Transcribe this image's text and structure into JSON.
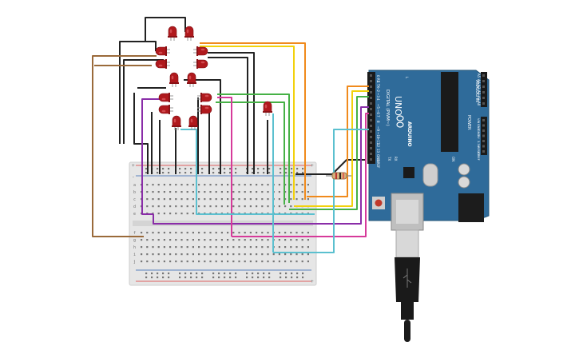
{
  "arduino": {
    "model": "UNO",
    "brand": "ARDUINO",
    "digital_header": "DIGITAL (PWM~)",
    "analog_header": "ANALOG IN",
    "power_header": "POWER",
    "tx_label": "TX",
    "rx_label": "RX",
    "l_label": "L",
    "on_label": "ON",
    "digital_pins": [
      "0 RX",
      "1 TX",
      "~2",
      "~3",
      "4",
      "~5",
      "~6",
      "7",
      "8",
      "~9",
      "~10",
      "~11",
      "12",
      "13",
      "GND",
      "AREF"
    ],
    "analog_pins": [
      "A5",
      "A4",
      "A3",
      "A2",
      "A1",
      "A0"
    ],
    "power_pins": [
      "VIN",
      "GND",
      "GND",
      "5V",
      "3.3V",
      "RESET",
      "IOREF"
    ]
  },
  "breadboard": {
    "row_letters_top": [
      "a",
      "b",
      "c",
      "d",
      "e"
    ],
    "row_letters_bottom": [
      "f",
      "g",
      "h",
      "i",
      "j"
    ],
    "plus_label": "+",
    "minus_label": "-"
  },
  "colors": {
    "board": "#2f6b9a",
    "breadboard": "#e6e6e6",
    "led": "#b0191d",
    "wire_black": "#222222",
    "wire_orange": "#f08a1c",
    "wire_yellow": "#f2d10c",
    "wire_green": "#46b146",
    "wire_purple": "#8a2da8",
    "wire_magenta": "#d63a9a",
    "wire_cyan": "#5bc0cf",
    "wire_brown": "#9a6a3a"
  }
}
